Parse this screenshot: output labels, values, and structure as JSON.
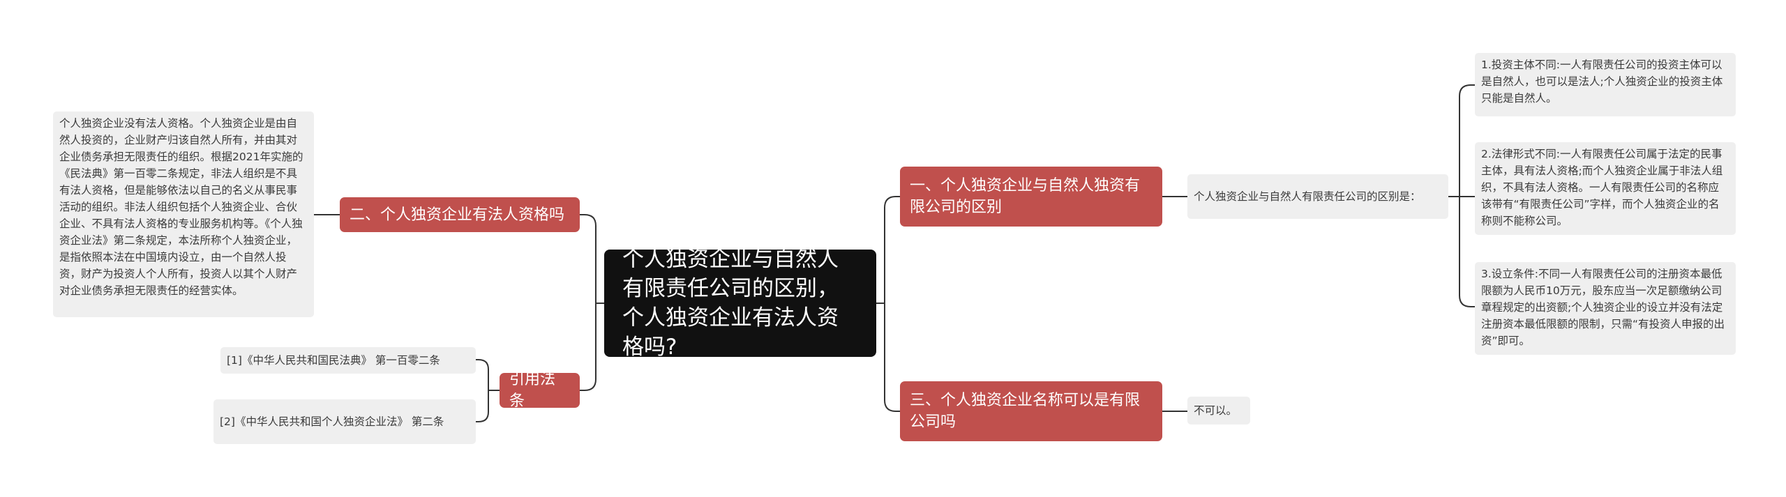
{
  "root": {
    "text": "个人独资企业与自然人有限责任公司的区别，个人独资企业有法人资格吗?"
  },
  "branches": {
    "b1": {
      "text": "一、个人独资企业与自然人独资有限公司的区别"
    },
    "b2": {
      "text": "二、个人独资企业有法人资格吗"
    },
    "b3": {
      "text": "三、个人独资企业名称可以是有限公司吗"
    },
    "b4": {
      "text": "引用法条"
    }
  },
  "leaves": {
    "l_b1_intro": {
      "text": "个人独资企业与自然人有限责任公司的区别是："
    },
    "l_diff1": {
      "text": "1.投资主体不同:一人有限责任公司的投资主体可以是自然人，也可以是法人;个人独资企业的投资主体只能是自然人。"
    },
    "l_diff2": {
      "text": "2.法律形式不同:一人有限责任公司属于法定的民事主体，具有法人资格;而个人独资企业属于非法人组织，不具有法人资格。一人有限责任公司的名称应该带有“有限责任公司”字样，而个人独资企业的名称则不能称公司。"
    },
    "l_diff3": {
      "text": "3.设立条件:不同一人有限责任公司的注册资本最低限额为人民币10万元，股东应当一次足额缴纳公司章程规定的出资额;个人独资企业的设立并没有法定注册资本最低限额的限制，只需“有投资人申报的出资”即可。"
    },
    "l_b2": {
      "text": "个人独资企业没有法人资格。个人独资企业是由自然人投资的，企业财产归该自然人所有，并由其对企业债务承担无限责任的组织。根据2021年实施的《民法典》第一百零二条规定，非法人组织是不具有法人资格，但是能够依法以自己的名义从事民事活动的组织。非法人组织包括个人独资企业、合伙企业、不具有法人资格的专业服务机构等。《个人独资企业法》第二条规定，本法所称个人独资企业，是指依照本法在中国境内设立，由一个自然人投资，财产为投资人个人所有，投资人以其个人财产对企业债务承担无限责任的经营实体。"
    },
    "l_b3": {
      "text": "不可以。"
    },
    "l_law1": {
      "text": "[1]《中华人民共和国民法典》 第一百零二条"
    },
    "l_law2": {
      "text": "[2]《中华人民共和国个人独资企业法》 第二条"
    }
  },
  "colors": {
    "root_bg": "#111111",
    "branch_bg": "#c0504d",
    "leaf_bg": "#efefef",
    "line": "#333333"
  }
}
